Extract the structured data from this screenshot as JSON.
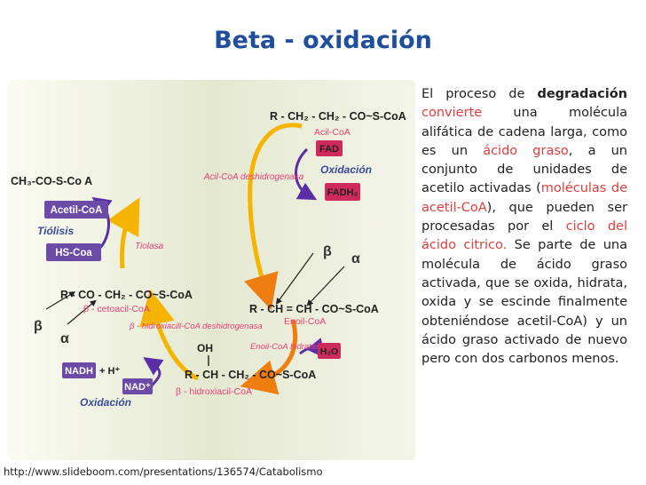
{
  "title": "Beta - oxidación",
  "description": {
    "parts": [
      {
        "t": "El proceso de ",
        "s": "normal"
      },
      {
        "t": "degradación",
        "s": "bold"
      },
      {
        "t": " ",
        "s": "normal"
      },
      {
        "t": "convierte",
        "s": "red"
      },
      {
        "t": " una molécula alifática de cadena larga, como es un ",
        "s": "normal"
      },
      {
        "t": "ácido graso",
        "s": "red"
      },
      {
        "t": ", a un conjunto de unidades de acetilo activadas (",
        "s": "normal"
      },
      {
        "t": "moléculas de acetil-CoA",
        "s": "red"
      },
      {
        "t": "), que pueden ser procesadas por el ",
        "s": "normal"
      },
      {
        "t": "ciclo del ácido citrico.",
        "s": "red"
      },
      {
        "t": " Se parte de una molécula de ácido graso activada, que se oxida, hidrata, oxida y se escinde finalmente obteniéndose acetil-CoA) y un ácido graso activado de nuevo pero con dos carbonos menos.",
        "s": "normal"
      }
    ]
  },
  "source_url": "http://www.slideboom.com/presentations/136574/Catabolismo",
  "diagram": {
    "acyl_coa_formula": "R - CH₂ - CH₂ - CO~S-CoA",
    "acyl_coa_label": "Acil-CoA",
    "fad": "FAD",
    "oxidacion_top": "Oxidación",
    "fadh2": "FADH₂",
    "acyl_dehydrogenase": "Acil-CoA deshidrogenasa",
    "acetyl_coa_formula": "CH₃-CO-S-Co A",
    "acetil_coa_box": "Acetil-CoA",
    "tiolisis": "Tiólisis",
    "hs_coa": "HS-Coa",
    "tiolasa": "Tiolasa",
    "beta": "β",
    "alpha": "α",
    "enoyl_formula": "R - CH = CH - CO~S-CoA",
    "enoil_coa": "Enoil-CoA",
    "enoil_hidratasa": "Enoil-CoA hidratasa",
    "h2o": "H₂O",
    "ketoacyl_formula": "R - CO - CH₂ - CO~S-CoA",
    "ketoacyl_label": "β - cetoacil-CoA",
    "hydroxy_dehydrogenase": "β - hidroxiacill-CoA deshidrogenasa",
    "oh": "OH",
    "hydroxy_formula": "R - CH - CH₂ - CO~S-CoA",
    "hydroxy_label": "β - hidroxiacil-CoA",
    "nadh": "NADH",
    "hplus": "+ H⁺",
    "nad": "NAD⁺",
    "oxidacion_bottom": "Oxidación"
  }
}
